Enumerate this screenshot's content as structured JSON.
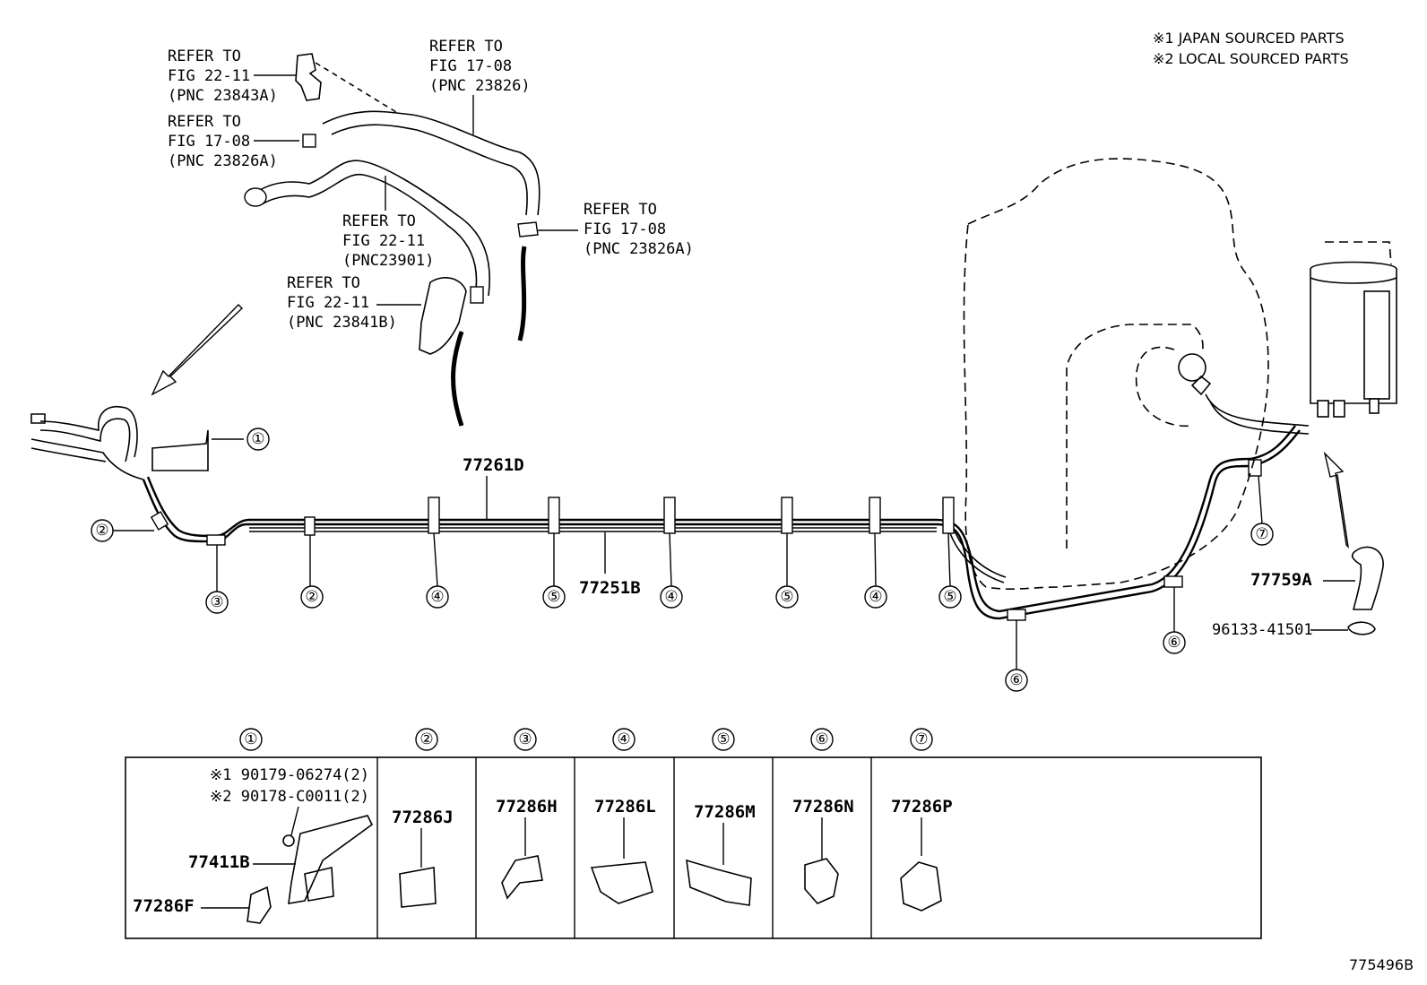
{
  "notes": {
    "note1": "※1 JAPAN SOURCED PARTS",
    "note2": "※2 LOCAL SOURCED PARTS"
  },
  "refs": {
    "ref1": {
      "l1": "REFER TO",
      "l2": "FIG 22-11",
      "l3": "(PNC 23843A)"
    },
    "ref2": {
      "l1": "REFER TO",
      "l2": "FIG 17-08",
      "l3": "(PNC 23826)"
    },
    "ref3": {
      "l1": "REFER TO",
      "l2": "FIG 17-08",
      "l3": "(PNC 23826A)"
    },
    "ref4": {
      "l1": "REFER TO",
      "l2": "FIG 22-11",
      "l3": "(PNC23901)"
    },
    "ref5": {
      "l1": "REFER TO",
      "l2": "FIG 17-08",
      "l3": "(PNC 23826A)"
    },
    "ref6": {
      "l1": "REFER TO",
      "l2": "FIG 22-11",
      "l3": "(PNC 23841B)"
    }
  },
  "parts": {
    "tube_upper": "77261D",
    "tube_lower": "77251B",
    "hose": "77759A",
    "hose_clamp": "96133-41501",
    "bracket": "77411B",
    "clamp_f": "77286F",
    "screw1": "※1 90179-06274(2)",
    "screw2": "※2 90178-C0011(2)"
  },
  "callouts": {
    "c1": "①",
    "c2": "②",
    "c3": "③",
    "c4": "④",
    "c5": "⑤",
    "c6": "⑥",
    "c7": "⑦"
  },
  "legend_table": {
    "headers": [
      "①",
      "②",
      "③",
      "④",
      "⑤",
      "⑥",
      "⑦"
    ],
    "clamps": [
      "77286J",
      "77286H",
      "77286L",
      "77286M",
      "77286N",
      "77286P"
    ]
  },
  "diagram_id": "775496B"
}
